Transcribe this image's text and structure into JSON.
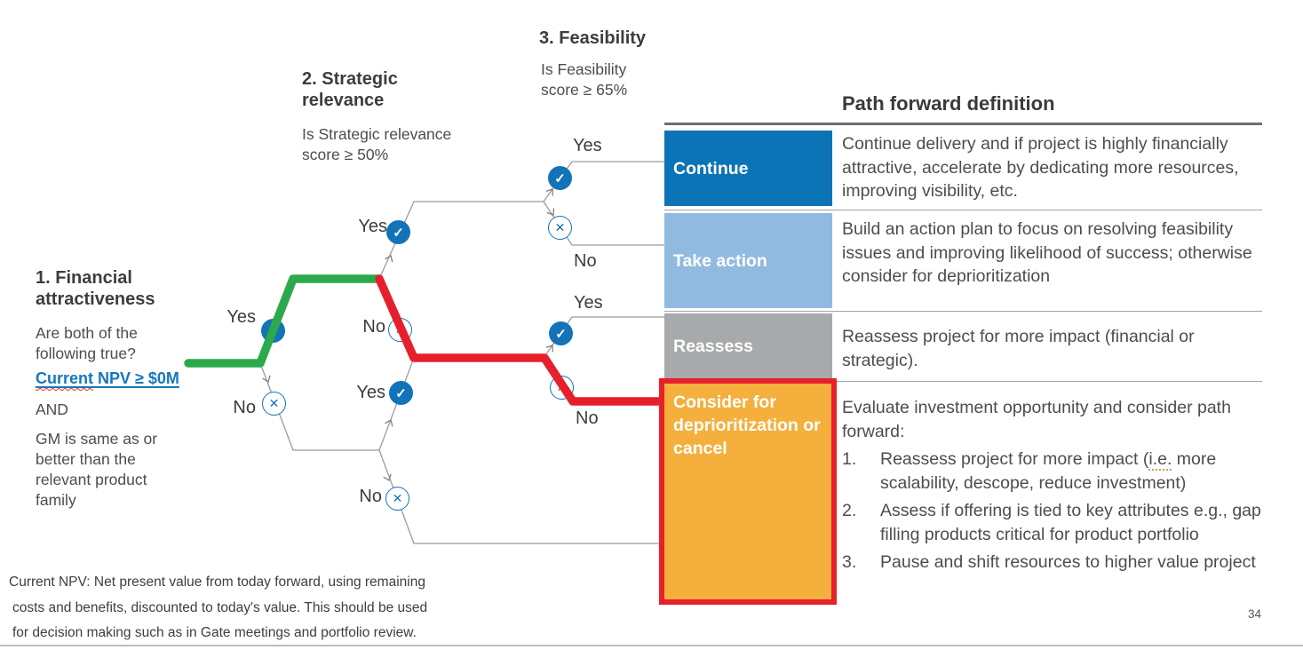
{
  "slide": {
    "page_number": "34"
  },
  "gates": {
    "financial": {
      "title": "1. Financial attractiveness",
      "question": "Are both of the following true?",
      "criterion_npv_word1": "Current",
      "criterion_npv_rest": " NPV ≥ $0M",
      "connector": "AND",
      "criterion_gm": "GM is same as or better than the relevant product family"
    },
    "strategic": {
      "title": "2. Strategic relevance",
      "question": "Is Strategic relevance score ≥ 50%"
    },
    "feasibility": {
      "title": "3. Feasibility",
      "question": "Is Feasibility score ≥ 65%"
    }
  },
  "tree": {
    "yes": "Yes",
    "no": "No",
    "check_icon": "✓",
    "x_icon": "✕"
  },
  "path_forward": {
    "header": "Path forward definition",
    "rows": [
      {
        "label": "Continue",
        "color": "#0C73B7",
        "description": "Continue delivery and if project is highly financially attractive, accelerate by dedicating more resources, improving visibility, etc."
      },
      {
        "label": "Take action",
        "color": "#91BAE0",
        "description": "Build an action plan to focus on resolving feasibility issues and improving likelihood of success; otherwise consider for deprioritization"
      },
      {
        "label": "Reassess",
        "color": "#A7A9AB",
        "description": "Reassess project for more impact (financial or strategic)."
      },
      {
        "label": "Consider for deprioritization or cancel",
        "color": "#F4AF3D",
        "border_color": "#E6202B",
        "description_intro": "Evaluate investment opportunity and consider path forward:",
        "items": [
          {
            "number": "1.",
            "text_pre": "Reassess project for more impact (",
            "text_underlined": "i.e.",
            "text_post": " more scalability, descope, reduce investment)"
          },
          {
            "number": "2.",
            "text": "Assess if offering is tied to key attributes e.g., gap filling products critical for product portfolio"
          },
          {
            "number": "3.",
            "text": "Pause and shift resources to higher value project"
          }
        ]
      }
    ]
  },
  "footnote": {
    "line1": "Current NPV: Net present value from today forward, using remaining",
    "line2": "costs and benefits, discounted to today's value. This should be used",
    "line3": "for decision making such as in Gate meetings and portfolio review."
  },
  "colors": {
    "path_green": "#2CA94C",
    "path_red": "#E6202B",
    "node_blue": "#1373B9",
    "continue_blue": "#0C73B7",
    "take_action_blue": "#91BAE0",
    "reassess_gray": "#A7A9AB",
    "consider_orange": "#F4AF3D",
    "highlight_red": "#E6202B"
  }
}
